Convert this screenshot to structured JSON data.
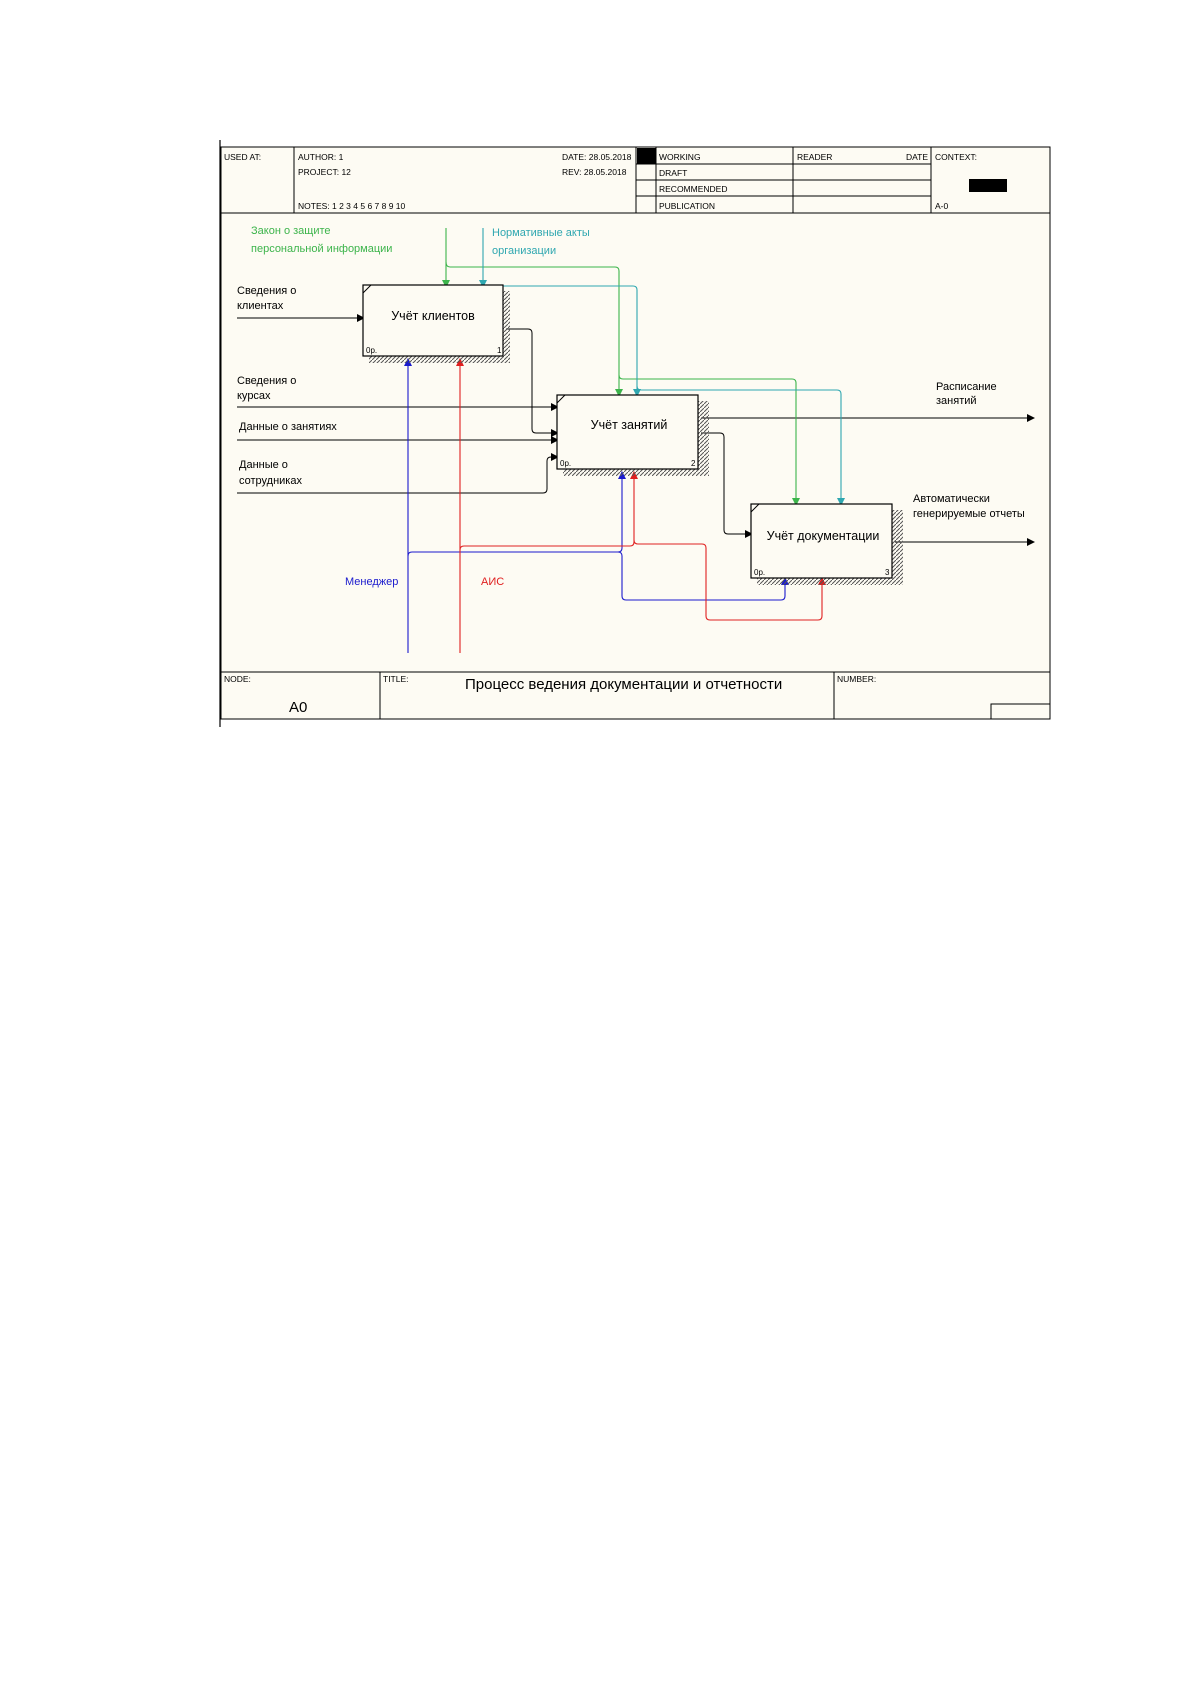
{
  "header": {
    "used_at": "USED AT:",
    "author": "AUTHOR:  1",
    "project": "PROJECT:  12",
    "notes": "NOTES:  1  2  3  4  5  6  7  8  9  10",
    "date": "DATE:  28.05.2018",
    "rev": "REV:    28.05.2018",
    "working": "WORKING",
    "draft": "DRAFT",
    "recommended": "RECOMMENDED",
    "publication": "PUBLICATION",
    "reader": "READER",
    "reader_date": "DATE",
    "context": "CONTEXT:",
    "context_node": "A-0"
  },
  "boxes": [
    {
      "title": "Учёт клиентов",
      "cost": "0р.",
      "number": "1"
    },
    {
      "title": "Учёт занятий",
      "cost": "0р.",
      "number": "2"
    },
    {
      "title": "Учёт документации",
      "cost": "0р.",
      "number": "3"
    }
  ],
  "labels": {
    "control1_l1": "Закон о защите",
    "control1_l2": "персональной информации",
    "control2_l1": "Нормативные акты",
    "control2_l2": "организации",
    "input1_l1": "Сведения о",
    "input1_l2": "клиентах",
    "input2_l1": "Сведения о",
    "input2_l2": "курсах",
    "input3": "Данные о занятиях",
    "input4_l1": "Данные о",
    "input4_l2": "сотрудниках",
    "output1_l1": "Расписание",
    "output1_l2": "занятий",
    "output2_l1": "Автоматически",
    "output2_l2": "генерируемые отчеты",
    "mech1": "Менеджер",
    "mech2": "АИС"
  },
  "footer": {
    "node": "NODE:",
    "node_value": "A0",
    "title": "TITLE:",
    "title_value": "Процесс ведения документации  и отчетности",
    "number": "NUMBER:"
  },
  "colors": {
    "background": "#fdfbf3",
    "control_green": "#3cb44b",
    "control_teal": "#2fa7b0",
    "mechanism_blue": "#1a1acd",
    "mechanism_red": "#e02020",
    "label_green": "#3cb44b",
    "label_teal": "#2fa7b0"
  }
}
